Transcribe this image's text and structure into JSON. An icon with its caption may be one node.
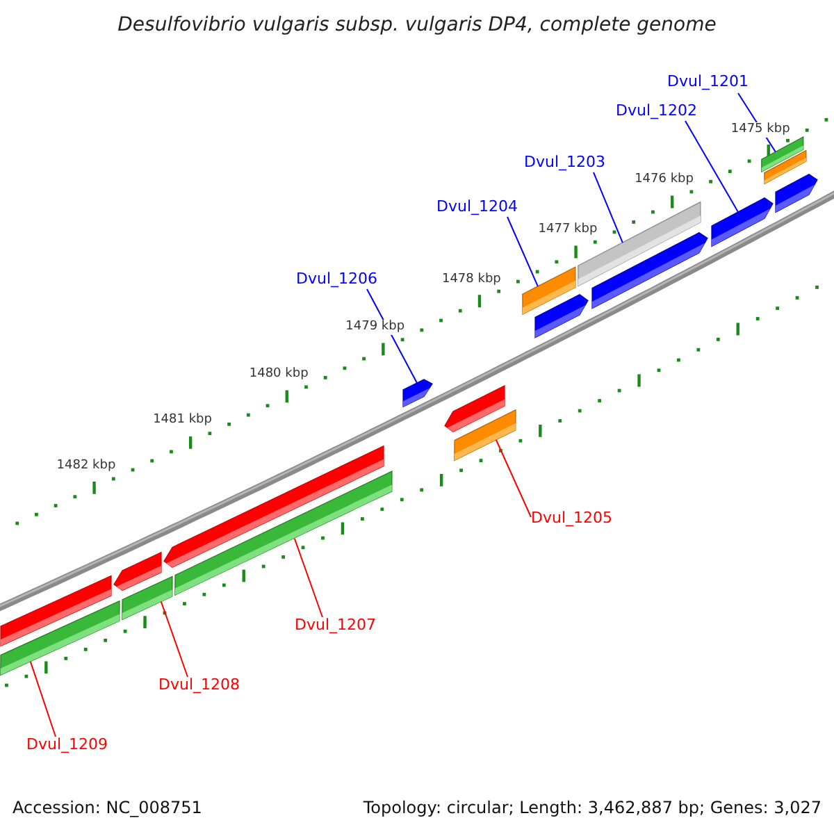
{
  "diagram": {
    "title": "Desulfovibrio vulgaris subsp. vulgaris DP4, complete genome",
    "nodes": [
      {
        "text": [
          "Dvul_1201"
        ]
      },
      {
        "text": [
          "Dvul_1202"
        ]
      },
      {
        "text": [
          "Dvul_1203"
        ]
      },
      {
        "text": [
          "Dvul_1204"
        ]
      },
      {
        "text": [
          "Dvul_1206"
        ]
      },
      {
        "text": [
          "Dvul_1205"
        ]
      },
      {
        "text": [
          "Dvul_1207"
        ]
      },
      {
        "text": [
          "Dvul_1208"
        ]
      },
      {
        "text": [
          "Dvul_1209"
        ]
      },
      {
        "text": [],
        "shape": "bar"
      },
      {
        "text": [],
        "shape": "bar"
      },
      {
        "text": [],
        "shape": "pentagon"
      },
      {
        "text": [],
        "shape": "bar"
      },
      {
        "text": [],
        "shape": "pentagon"
      },
      {
        "text": [],
        "shape": "bar"
      },
      {
        "text": [],
        "shape": "pentagon"
      },
      {
        "text": [],
        "shape": "pentagon"
      },
      {
        "text": [],
        "shape": "bar"
      },
      {
        "text": [],
        "shape": "bar"
      },
      {
        "text": [],
        "shape": "pentagon"
      },
      {
        "text": [],
        "shape": "bar"
      },
      {
        "text": [],
        "shape": "pentagon"
      },
      {
        "text": [],
        "shape": "pentagon"
      },
      {
        "text": [],
        "shape": "bar"
      },
      {
        "text": [],
        "shape": "bar"
      },
      {
        "text": [],
        "shape": "pentagon"
      }
    ],
    "edges": [
      {
        "from": 0,
        "to": 23,
        "arrow": "none",
        "color": "#0000ff"
      },
      {
        "from": 1,
        "to": 22,
        "arrow": "none",
        "color": "#0000ff"
      },
      {
        "from": 2,
        "to": 20,
        "arrow": "none",
        "color": "#0000ff"
      },
      {
        "from": 3,
        "to": 18,
        "arrow": "none",
        "color": "#0000ff"
      },
      {
        "from": 4,
        "to": 15,
        "arrow": "none",
        "color": "#0000ff"
      },
      {
        "from": 5,
        "to": 17,
        "arrow": "none",
        "color": "#ff0000"
      },
      {
        "from": 6,
        "to": 14,
        "arrow": "none",
        "color": "#ff0000"
      },
      {
        "from": 7,
        "to": 12,
        "arrow": "none",
        "color": "#ff0000"
      },
      {
        "from": 8,
        "to": 10,
        "arrow": "none",
        "color": "#ff0000"
      }
    ],
    "labels": [
      "1475 kbp",
      "1476 kbp",
      "1477 kbp",
      "1478 kbp",
      "1479 kbp",
      "1480 kbp",
      "1481 kbp",
      "1482 kbp",
      "Accession: NC_008751",
      "Topology: circular; Length: 3,462,887 bp; Genes: 3,027"
    ]
  }
}
